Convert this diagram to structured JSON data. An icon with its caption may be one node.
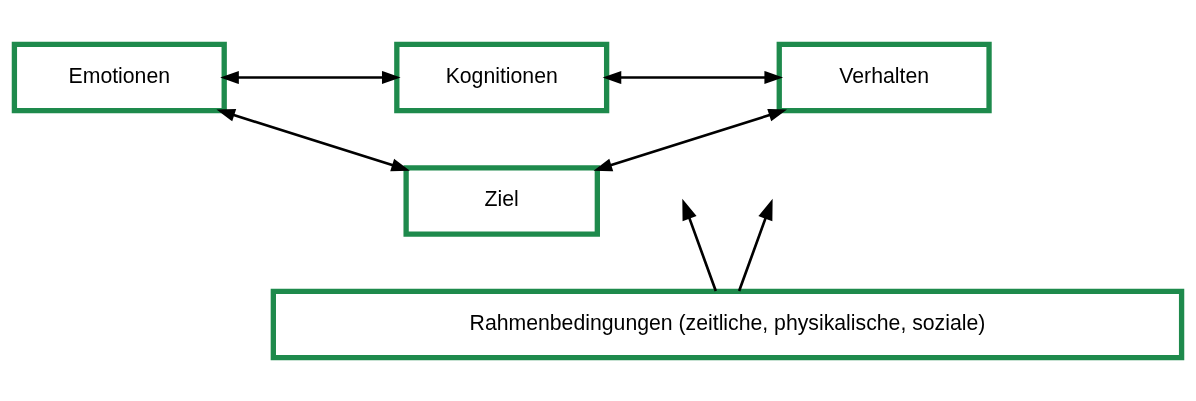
{
  "diagram": {
    "nodes": [
      {
        "text": [
          "Emotionen"
        ]
      },
      {
        "text": [
          "Kognitionen"
        ]
      },
      {
        "text": [
          "Verhalten"
        ]
      },
      {
        "text": [
          "Ziel"
        ]
      },
      {
        "text": [
          "Rahmenbedingungen (zeitliche, physikalische, soziale)"
        ]
      }
    ],
    "edges": [
      {
        "from": 0,
        "to": 1,
        "arrow": "both"
      },
      {
        "from": 1,
        "to": 2,
        "arrow": "both"
      },
      {
        "from": 0,
        "to": 3,
        "arrow": "both"
      },
      {
        "from": 2,
        "to": 3,
        "arrow": "both"
      },
      {
        "from": 4,
        "to": null,
        "arrow": "to"
      },
      {
        "from": 4,
        "to": null,
        "arrow": "to"
      }
    ]
  }
}
